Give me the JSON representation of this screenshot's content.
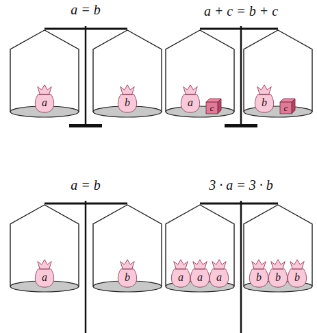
{
  "diagram": {
    "nodes": [
      {
        "text": [
          "a"
        ]
      },
      {
        "text": [
          "b"
        ]
      },
      {
        "text": [
          "a"
        ]
      },
      {
        "text": [
          "c"
        ]
      },
      {
        "text": [
          "b"
        ]
      },
      {
        "text": [
          "c"
        ]
      },
      {
        "text": [
          "a"
        ]
      },
      {
        "text": [
          "b"
        ]
      },
      {
        "text": [
          "a"
        ]
      },
      {
        "text": [
          "a"
        ]
      },
      {
        "text": [
          "a"
        ]
      },
      {
        "text": [
          "b"
        ]
      },
      {
        "text": [
          "b"
        ]
      },
      {
        "text": [
          "b"
        ]
      }
    ],
    "labels": [
      "a = b",
      "a + c = b + c",
      "a = b",
      "3 · a = 3 · b"
    ]
  }
}
